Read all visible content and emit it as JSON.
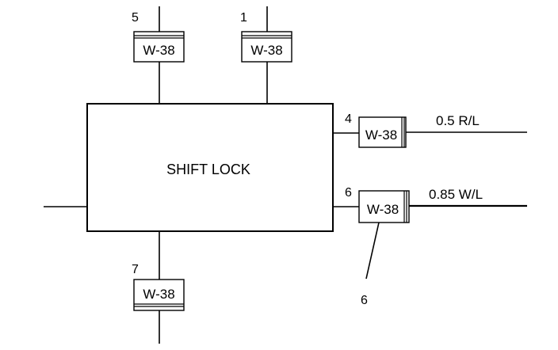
{
  "component": {
    "label": "SHIFT LOCK"
  },
  "connectors": [
    {
      "id": "c5",
      "code": "W-38",
      "pin": "5"
    },
    {
      "id": "c1",
      "code": "W-38",
      "pin": "1"
    },
    {
      "id": "c4",
      "code": "W-38",
      "pin": "4",
      "wire": "0.5 R/L"
    },
    {
      "id": "c6",
      "code": "W-38",
      "pin": "6",
      "wire": "0.85 W/L"
    },
    {
      "id": "c7",
      "code": "W-38",
      "pin": "7"
    }
  ],
  "callout": {
    "label": "6"
  }
}
